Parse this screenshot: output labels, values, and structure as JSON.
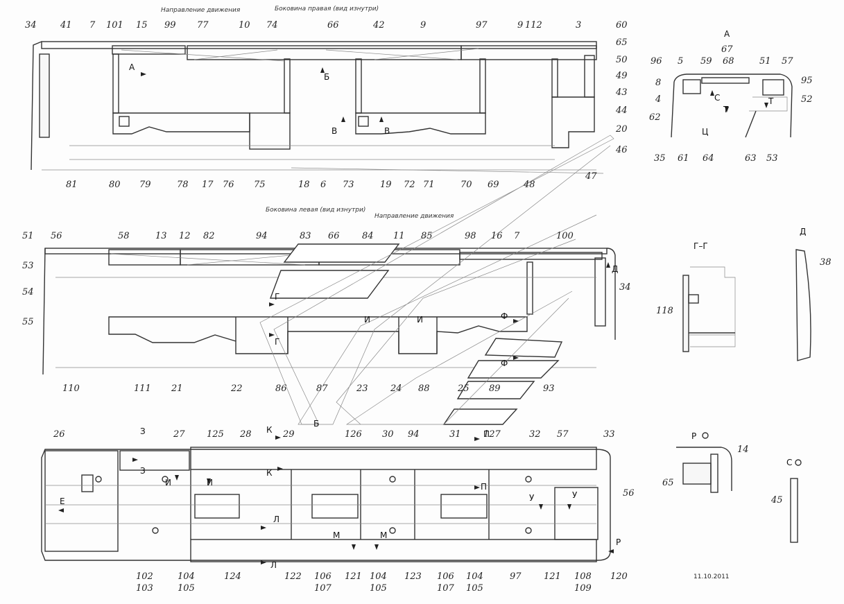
{
  "captions": {
    "direction_top": "Направление движения",
    "right_side": "Боковина правая (вид изнутри)",
    "left_side": "Боковина левая (вид изнутри)",
    "direction_mid": "Направление движения"
  },
  "date": "11.10.2011",
  "section_titles": {
    "view_a": "А",
    "section_gg": "Г–Г",
    "view_d": "Д",
    "view_r": "Р",
    "view_s": "С"
  },
  "labels_top": [
    "34",
    "41",
    "7",
    "101",
    "15",
    "99",
    "77",
    "10",
    "74",
    "66",
    "42",
    "9",
    "97",
    "9",
    "112",
    "3",
    "60",
    "65",
    "50",
    "49",
    "43",
    "44",
    "20",
    "46",
    "47",
    "81",
    "80",
    "79",
    "78",
    "17",
    "76",
    "75",
    "18",
    "6",
    "73",
    "19",
    "72",
    "71",
    "70",
    "69",
    "48"
  ],
  "labels_view_a": [
    "67",
    "68",
    "96",
    "5",
    "59",
    "51",
    "57",
    "95",
    "8",
    "4",
    "52",
    "62",
    "35",
    "61",
    "64",
    "63",
    "53"
  ],
  "labels_mid": [
    "51",
    "56",
    "58",
    "13",
    "12",
    "82",
    "94",
    "83",
    "66",
    "84",
    "11",
    "85",
    "98",
    "16",
    "7",
    "100",
    "53",
    "54",
    "55",
    "34",
    "38",
    "118",
    "110",
    "111",
    "21",
    "22",
    "86",
    "87",
    "23",
    "24",
    "88",
    "25",
    "89",
    "93"
  ],
  "labels_bottom": [
    "26",
    "27",
    "125",
    "28",
    "29",
    "126",
    "30",
    "94",
    "31",
    "127",
    "32",
    "57",
    "33",
    "14",
    "65",
    "56",
    "45",
    "102",
    "103",
    "104",
    "105",
    "124",
    "122",
    "106",
    "107",
    "121",
    "104",
    "105",
    "123",
    "106",
    "107",
    "104",
    "105",
    "97",
    "121",
    "108",
    "109",
    "120"
  ],
  "section_markers": [
    "А",
    "Б",
    "В",
    "В",
    "Г",
    "Г",
    "И",
    "И",
    "Ф",
    "Ф",
    "Б",
    "З",
    "З",
    "И",
    "И",
    "К",
    "К",
    "Л",
    "Л",
    "М",
    "М",
    "П",
    "П",
    "У",
    "У",
    "Е",
    "Р",
    "С",
    "Т",
    "Т",
    "Ц",
    "Д"
  ]
}
